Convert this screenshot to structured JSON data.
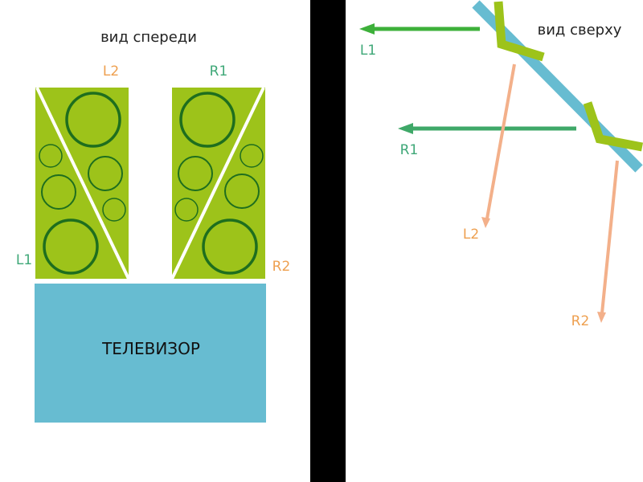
{
  "front_view": {
    "title": "вид спереди",
    "labels": {
      "L1": "L1",
      "L2": "L2",
      "R1": "R1",
      "R2": "R2"
    },
    "tv_label": "ТЕЛЕВИЗОР"
  },
  "top_view": {
    "title": "вид сверху",
    "labels": {
      "L1": "L1",
      "R1": "R1",
      "L2": "L2",
      "R2": "R2"
    }
  },
  "colors": {
    "speaker": "#9dc31a",
    "driver": "#1e6e1e",
    "tv": "#67bcd1",
    "green_arrow": "#3db03a",
    "teal_label": "#3fa878",
    "orange": "#f3b08a",
    "orange_label": "#eea050",
    "divider": "#000000"
  }
}
